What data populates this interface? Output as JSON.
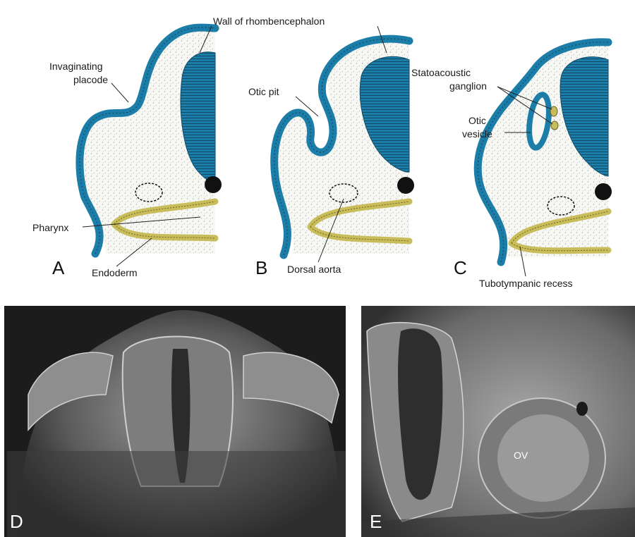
{
  "colors": {
    "ectoderm": "#1c7ea8",
    "ectoderm_dark": "#0f4a66",
    "endoderm": "#c8bd5a",
    "endoderm_dark": "#6e6520",
    "mesenchyme_bg": "#f6f6f3",
    "photo_bg": "#2a2a2a"
  },
  "panels": {
    "a": {
      "letter": "A",
      "labels": {
        "wall": "Wall of rhombencephalon",
        "placode_1": "Invaginating",
        "placode_2": "placode",
        "pharynx": "Pharynx",
        "endoderm": "Endoderm"
      }
    },
    "b": {
      "letter": "B",
      "labels": {
        "otic_pit": "Otic pit",
        "dorsal_aorta": "Dorsal aorta"
      }
    },
    "c": {
      "letter": "C",
      "labels": {
        "ganglion_1": "Statoacoustic",
        "ganglion_2": "ganglion",
        "vesicle_1": "Otic",
        "vesicle_2": "vesicle",
        "recess": "Tubotympanic recess"
      }
    },
    "d": {
      "letter": "D"
    },
    "e": {
      "letter": "E",
      "ov_label": "OV"
    }
  }
}
